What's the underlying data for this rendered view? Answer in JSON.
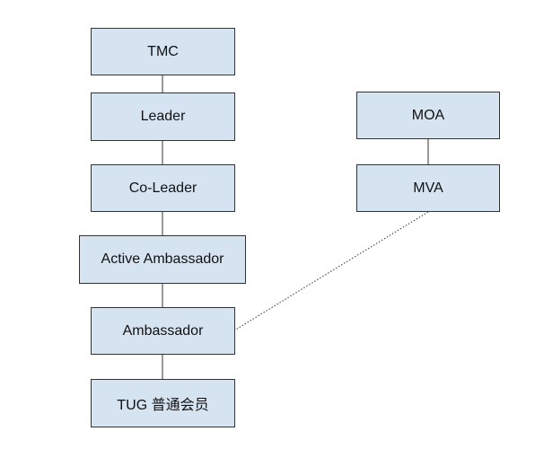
{
  "diagram": {
    "colors": {
      "node_fill": "#d6e4f2",
      "node_border": "#333333",
      "line": "#333333"
    },
    "nodes": {
      "tmc": "TMC",
      "leader": "Leader",
      "co_leader": "Co-Leader",
      "active_ambassador": "Active Ambassador",
      "ambassador": "Ambassador",
      "tug": "TUG 普通会员",
      "moa": "MOA",
      "mva": "MVA"
    },
    "edges": [
      {
        "from": "TMC",
        "to": "Leader",
        "style": "solid"
      },
      {
        "from": "Leader",
        "to": "Co-Leader",
        "style": "solid"
      },
      {
        "from": "Co-Leader",
        "to": "Active Ambassador",
        "style": "solid"
      },
      {
        "from": "Active Ambassador",
        "to": "Ambassador",
        "style": "solid"
      },
      {
        "from": "Ambassador",
        "to": "TUG 普通会员",
        "style": "solid"
      },
      {
        "from": "MOA",
        "to": "MVA",
        "style": "solid"
      },
      {
        "from": "MVA",
        "to": "Ambassador",
        "style": "dotted"
      }
    ]
  }
}
